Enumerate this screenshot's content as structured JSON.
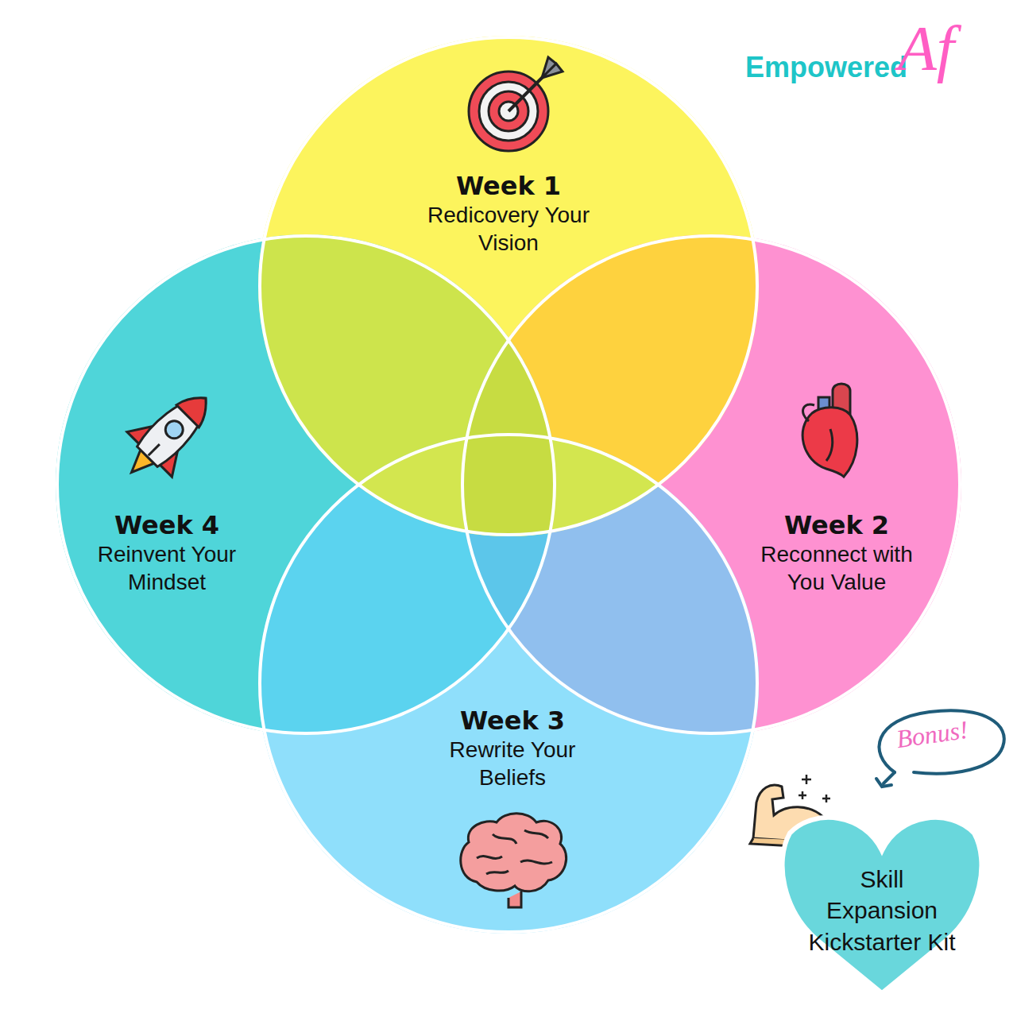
{
  "diagram": {
    "nodes": [
      {
        "text": [
          "Week 1",
          "Redicovery Your Vision"
        ]
      },
      {
        "text": [
          "Week 4",
          "Reinvent Your Mindset"
        ]
      },
      {
        "text": [
          "Week 2",
          "Reconnect with You Value"
        ]
      },
      {
        "text": [
          "Week 3",
          "Rewrite Your Beliefs"
        ]
      },
      {
        "text": [
          "Skill Expansion Kickstarter Kit"
        ]
      }
    ],
    "labels": [
      "Empowered",
      "Af",
      "Bonus!"
    ]
  }
}
